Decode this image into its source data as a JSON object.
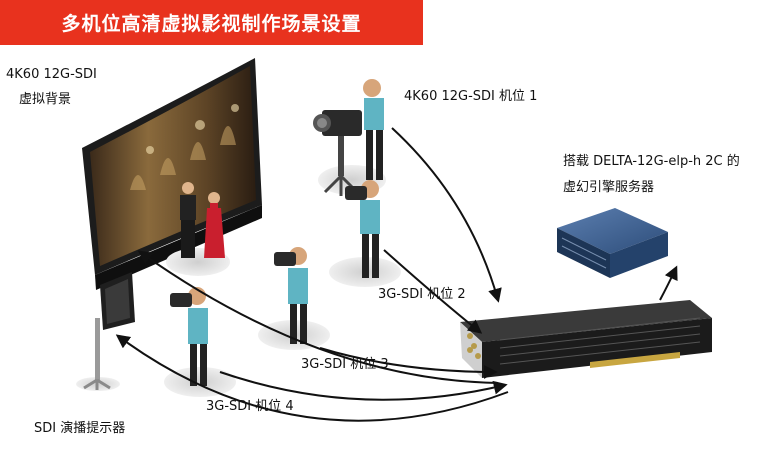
{
  "title": "多机位高清虚拟影视制作场景设置",
  "labels": {
    "virtual_bg_line1": "4K60 12G-SDI",
    "virtual_bg_line2": "虚拟背景",
    "camera1": "4K60 12G-SDI 机位 1",
    "server_line1": "搭载 DELTA-12G-elp-h 2C 的",
    "server_line2": "虚幻引擎服务器",
    "camera2": "3G-SDI 机位 2",
    "camera3": "3G-SDI 机位 3",
    "camera4": "3G-SDI 机位 4",
    "prompter": "SDI 演播提示器"
  },
  "colors": {
    "title_bg": "#e8321e",
    "shirt": "#5fb4c3",
    "pants": "#222222",
    "card_black": "#1b1b1b",
    "server_blue": "#2d4d7a"
  }
}
